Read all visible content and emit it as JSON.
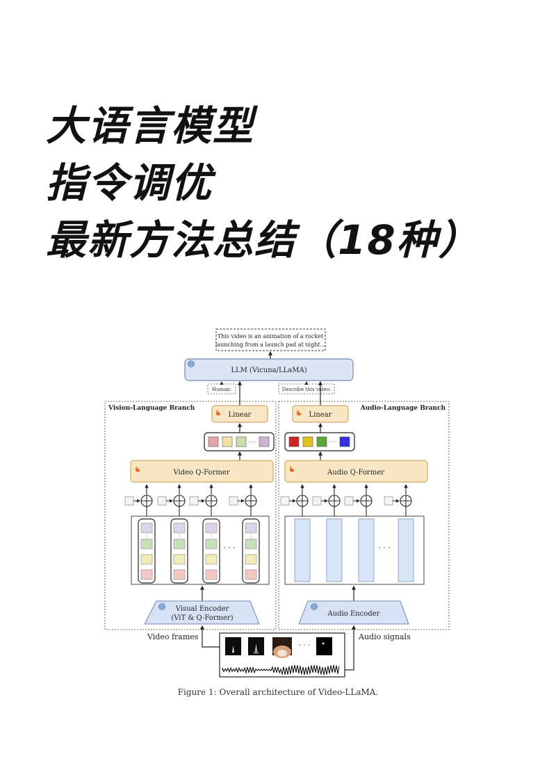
{
  "title": {
    "line1": "大语言模型",
    "line2": "指令调优",
    "line3": "最新方法总结（18种）"
  },
  "figure": {
    "output_text_line1": "This video is an animation of a rocket",
    "output_text_line2": "launching from a launch pad at night...",
    "llm_label": "LLM (Vicuna/LLaMA)",
    "prompt_human": "Human:",
    "prompt_describe": "Describe this video:",
    "vision_branch_title": "Vision-Language Branch",
    "audio_branch_title": "Audio-Language Branch",
    "linear_label": "Linear",
    "video_qformer_label": "Video Q-Former",
    "audio_qformer_label": "Audio Q-Former",
    "ellipsis": "· · ·",
    "visual_encoder_line1": "Visual Encoder",
    "visual_encoder_line2": "(ViT & Q-Former)",
    "audio_encoder_label": "Audio Encoder",
    "video_frames_label": "Video frames",
    "audio_signals_label": "Audio signals",
    "caption": "Figure 1: Overall architecture of Video-LLaMA.",
    "vision_token_colors": [
      "#e2a7a7",
      "#efe3a6",
      "#c6dfae",
      "#ece8f5",
      "#cfb0d6"
    ],
    "audio_token_colors": [
      "#cc2424",
      "#e0c21c",
      "#5aa83a",
      "#1e9f54",
      "#3333e6"
    ],
    "frame_stack_colors": [
      "#ddd3ea",
      "#c8dfb8",
      "#f2ecb8",
      "#f4c8c4"
    ],
    "module_fill": "#f8e6c4",
    "llm_fill": "#dde5f4",
    "encoder_fill": "#d7e3f5"
  }
}
